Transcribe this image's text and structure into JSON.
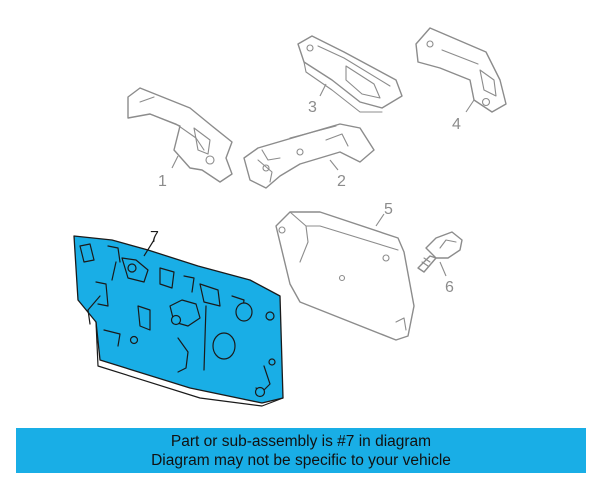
{
  "callouts": {
    "c1": "1",
    "c2": "2",
    "c3": "3",
    "c4": "4",
    "c5": "5",
    "c6": "6",
    "c7": "7"
  },
  "banner": {
    "line1": "Part or sub-assembly is #7 in diagram",
    "line2": "Diagram may not be specific to your vehicle"
  },
  "colors": {
    "highlight": "#19aee6",
    "banner_background": "#19aee6",
    "line_art": "#8c8c8c",
    "outline": "#1a1a1a"
  }
}
